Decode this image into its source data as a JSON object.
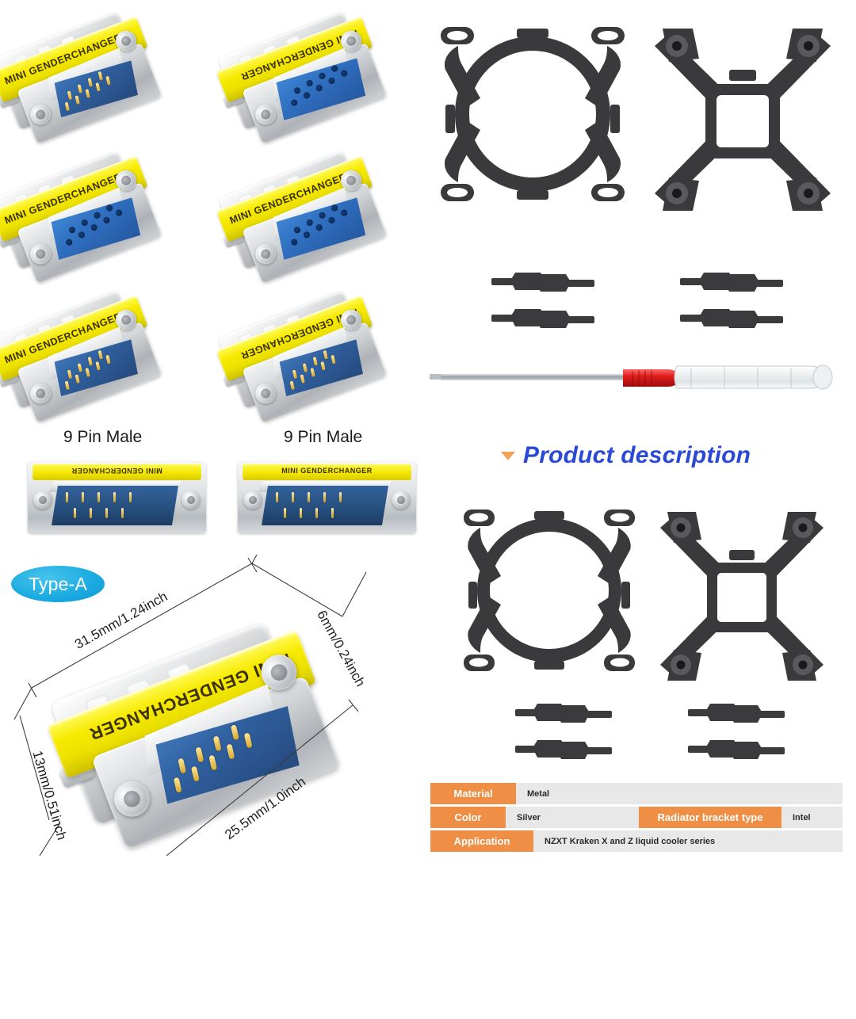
{
  "product": {
    "connector_band_text": "MINI GENDERCHANGER",
    "pin_labels": [
      "9 Pin Male",
      "9 Pin Male"
    ],
    "type_badge": "Type-A"
  },
  "dimensions": {
    "length": "31.5mm/1.24inch",
    "depth": "6mm/0.24inch",
    "height": "13mm/0.51inch",
    "width": "25.5mm/1.0inch"
  },
  "section": {
    "product_description_title": "Product description",
    "bullet_icon": "triangle-down-icon"
  },
  "spec_table": {
    "rows": [
      {
        "key": "Material",
        "value": "Metal"
      },
      {
        "key": "Color",
        "value": "Silver",
        "key2": "Radiator bracket type",
        "value2": "Intel"
      },
      {
        "key": "Application",
        "value": "NZXT Kraken X and Z liquid cooler series"
      }
    ]
  },
  "colors": {
    "band_yellow": "#F3E600",
    "dsub_blue": "#2F5F9E",
    "accent_orange": "#EF8F45",
    "title_blue": "#2A49D6",
    "badge_cyan": "#1AA9E0",
    "bracket_black": "#3A3A3C"
  },
  "hardware": {
    "bracket_round_name": "round-fan-bracket",
    "bracket_square_name": "intel-backplate-bracket",
    "standoff_name": "threaded-standoff",
    "standoff_count": 4,
    "screwdriver_name": "flathead-screwdriver"
  }
}
